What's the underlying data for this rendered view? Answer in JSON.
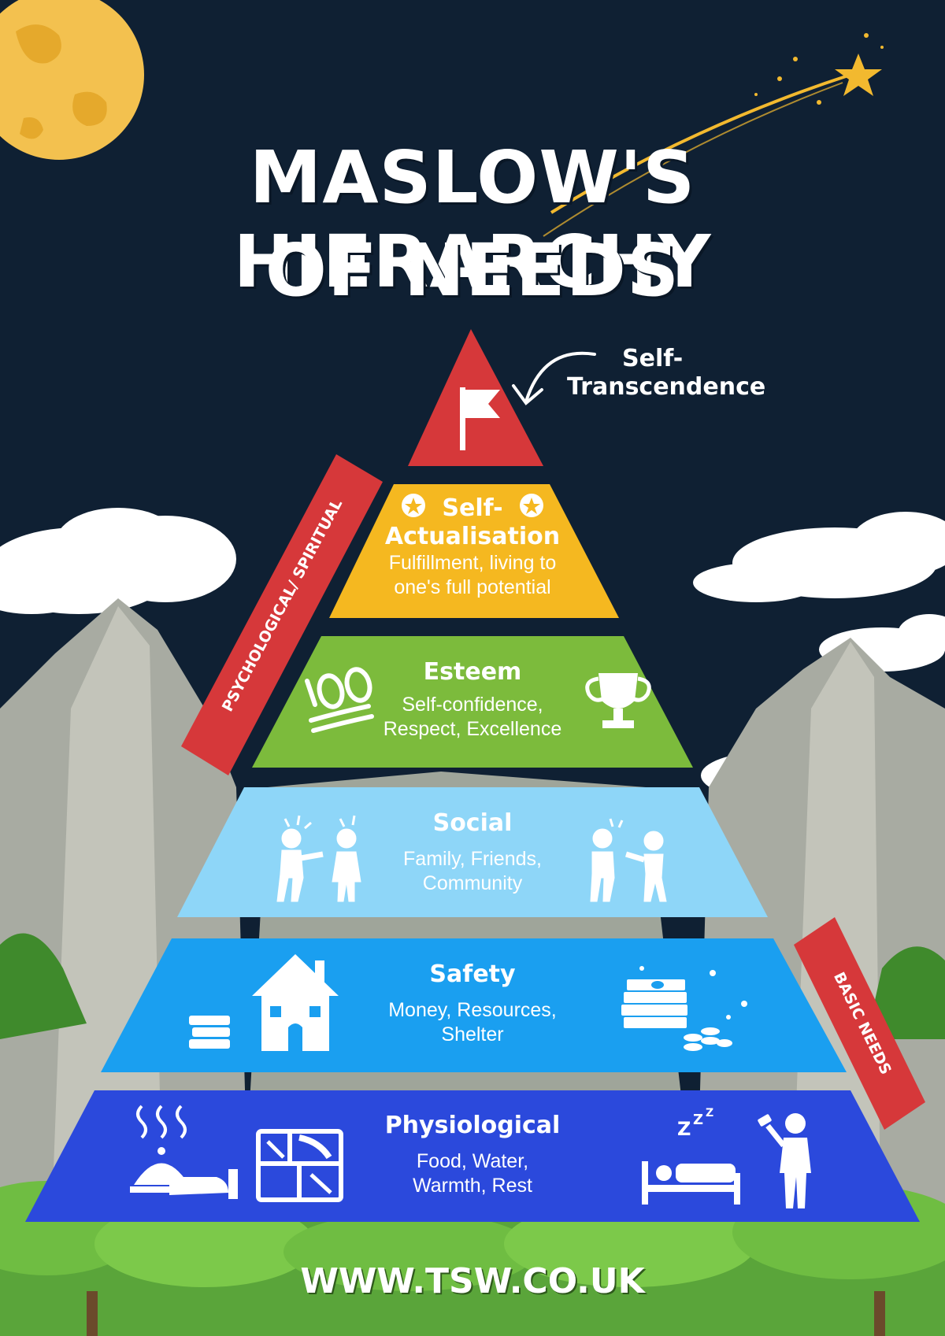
{
  "title": {
    "line1": "MASLOW'S HIERARCHY",
    "line2": "OF NEEDS"
  },
  "top_label": {
    "line1": "Self-",
    "line2": "Transcendence"
  },
  "levels": [
    {
      "name_line1": "Self-",
      "name_line2": "Actualisation",
      "desc_line1": "Fulfillment, living to",
      "desc_line2": "one's full potential",
      "color": "#f5b820"
    },
    {
      "name": "Esteem",
      "desc_line1": "Self-confidence,",
      "desc_line2": "Respect, Excellence",
      "color": "#7cbb3c"
    },
    {
      "name": "Social",
      "desc_line1": "Family, Friends,",
      "desc_line2": "Community",
      "color": "#8ed6f8"
    },
    {
      "name": "Safety",
      "desc_line1": "Money, Resources,",
      "desc_line2": "Shelter",
      "color": "#1a9ff0"
    },
    {
      "name": "Physiological",
      "desc_line1": "Food, Water,",
      "desc_line2": "Warmth, Rest",
      "color": "#2b49dc"
    }
  ],
  "top_color": "#d6383a",
  "side_labels": {
    "upper": "PSYCHOLOGICAL/ SPIRITUAL",
    "lower": "BASIC NEEDS",
    "color": "#d6383a"
  },
  "footer": {
    "url": "WWW.TSW.CO.UK"
  },
  "icons": [
    "moon-icon",
    "shooting-star-icon",
    "flag-icon",
    "star-badge-icon",
    "hundred-points-icon",
    "trophy-icon",
    "arguing-people-icon",
    "friends-greeting-icon",
    "books-icon",
    "house-icon",
    "money-coins-icon",
    "food-cloche-icon",
    "lunch-tray-icon",
    "sleeping-bed-icon",
    "person-drinking-icon"
  ]
}
